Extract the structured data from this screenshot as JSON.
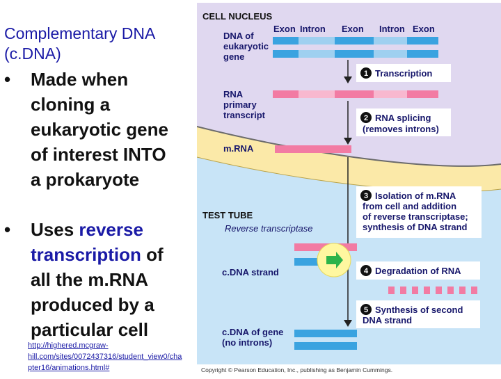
{
  "left": {
    "title_line1": "Complementary DNA",
    "title_line2": "(c.DNA)",
    "bullet1": [
      "Made when",
      "cloning a",
      "eukaryotic gene",
      "of interest INTO",
      "a prokaryote"
    ],
    "bullet2_pre": "Uses ",
    "bullet2_hl1": "reverse",
    "bullet2_hl2": "transcription",
    "bullet2_post": " of",
    "bullet2_rest": [
      "all the m.RNA",
      "produced by a",
      "particular cell"
    ],
    "bullet_char": "•",
    "link_lines": [
      "http://highered.mcgraw-",
      "hill.com/sites/0072437316/student_view0/cha",
      "pter16/animations.html#"
    ]
  },
  "figure": {
    "cell_nucleus": "CELL NUCLEUS",
    "exon_intron_labels": [
      "Exon",
      "Intron",
      "Exon",
      "Intron",
      "Exon"
    ],
    "dna_label": [
      "DNA of",
      "eukaryotic",
      "gene"
    ],
    "step1_num": "1",
    "step1": "Transcription",
    "rna_label": [
      "RNA",
      "primary",
      "transcript"
    ],
    "step2_num": "2",
    "step2": [
      "RNA splicing",
      "(removes introns)"
    ],
    "mrna_label": "m.RNA",
    "step3_num": "3",
    "step3": [
      "Isolation of m.RNA",
      "from cell and addition",
      "of reverse transcriptase;",
      "synthesis of DNA strand"
    ],
    "test_tube": "TEST TUBE",
    "reverse_transcriptase": "Reverse transcriptase",
    "cdna_strand": "c.DNA strand",
    "step4_num": "4",
    "step4": "Degradation of RNA",
    "step5_num": "5",
    "step5": [
      "Synthesis of second",
      "DNA strand"
    ],
    "cdna_gene": [
      "c.DNA of gene",
      "(no introns)"
    ],
    "copyright": "Copyright © Pearson Education, Inc., publishing as Benjamin Cummings."
  },
  "colors": {
    "nucleus_bg": "#e0d8f0",
    "membrane": "#fbe9a8",
    "tube_bg": "#c8e4f7",
    "dna_blue": "#3aa3e0",
    "rna_pink": "#f27ba3",
    "label_blue": "#17176b",
    "bullet_blue": "#1a1aa6"
  }
}
